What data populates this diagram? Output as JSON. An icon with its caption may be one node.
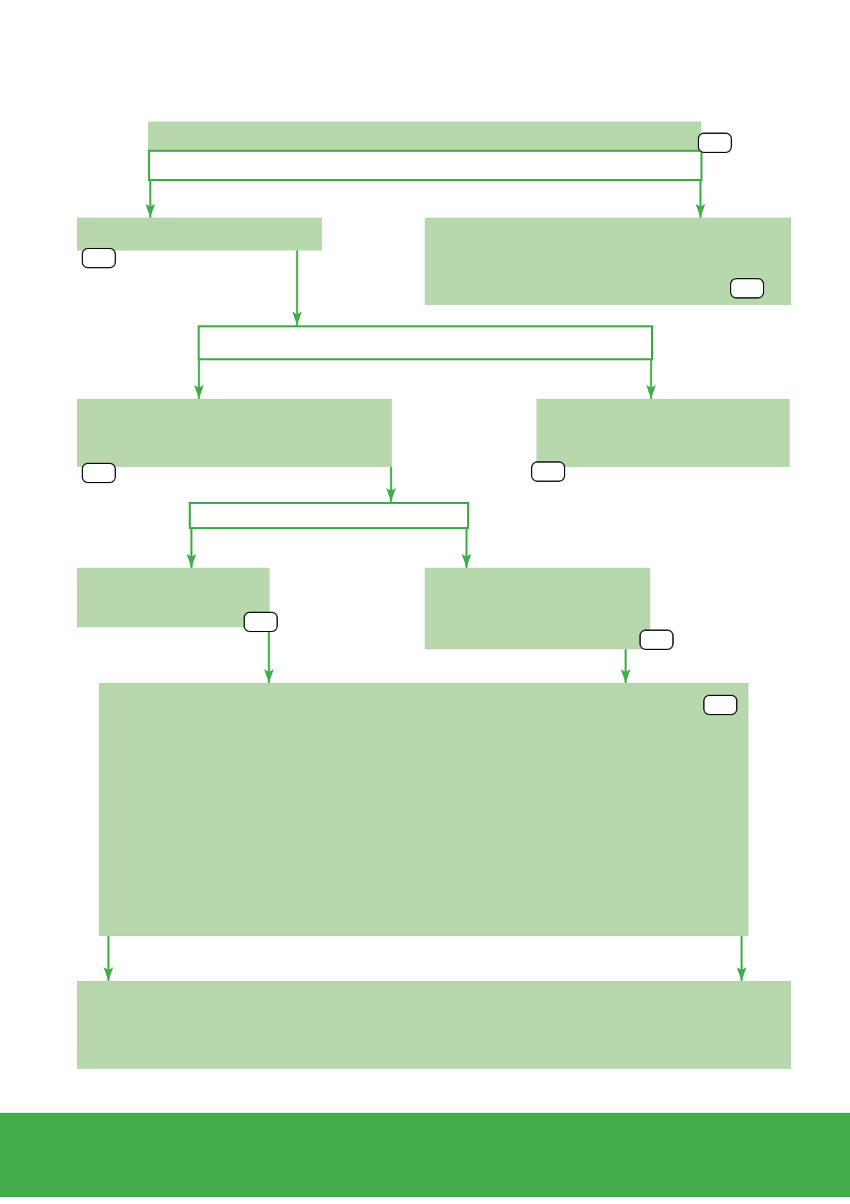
{
  "diagram": {
    "nodes": [
      {
        "text": [],
        "shape": "box"
      },
      {
        "text": [],
        "shape": "box"
      },
      {
        "text": [],
        "shape": "box"
      },
      {
        "text": [],
        "shape": "box"
      },
      {
        "text": [],
        "shape": "box"
      },
      {
        "text": [],
        "shape": "box"
      },
      {
        "text": [],
        "shape": "box"
      },
      {
        "text": [],
        "shape": "box"
      },
      {
        "text": [],
        "shape": "box"
      },
      {
        "text": [],
        "shape": "box"
      },
      {
        "text": [],
        "shape": "box"
      },
      {
        "text": [],
        "shape": "box"
      }
    ],
    "edges": [
      {
        "from": 1,
        "to": 2,
        "arrow": "to"
      },
      {
        "from": 1,
        "to": 3,
        "arrow": "to"
      },
      {
        "from": 2,
        "to": 4,
        "arrow": "to"
      },
      {
        "from": 4,
        "to": 5,
        "arrow": "to"
      },
      {
        "from": 4,
        "to": 6,
        "arrow": "to"
      },
      {
        "from": 5,
        "to": 7,
        "arrow": "to"
      },
      {
        "from": 7,
        "to": 8,
        "arrow": "to"
      },
      {
        "from": 7,
        "to": 9,
        "arrow": "to"
      },
      {
        "from": 8,
        "to": 10,
        "arrow": "to"
      },
      {
        "from": 9,
        "to": 10,
        "arrow": "to"
      },
      {
        "from": 10,
        "to": 11,
        "arrow": "to"
      },
      {
        "from": 10,
        "to": 11,
        "arrow": "to"
      }
    ]
  }
}
